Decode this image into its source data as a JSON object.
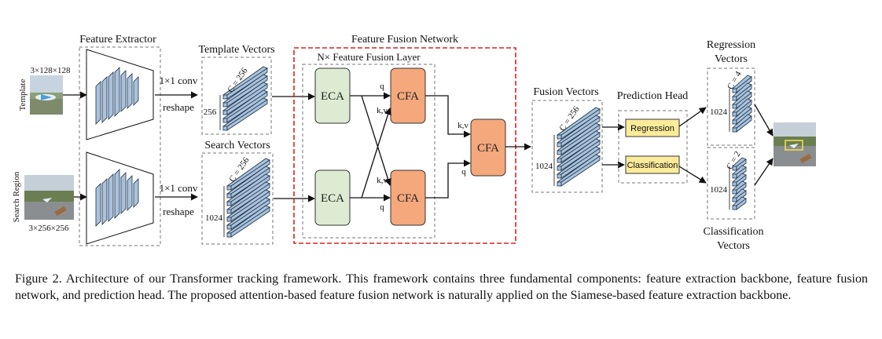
{
  "diagram": {
    "feature_extractor": {
      "title": "Feature Extractor"
    },
    "template": {
      "label": "Template",
      "size": "3×128×128"
    },
    "search": {
      "label": "Search Region",
      "size": "3×256×256"
    },
    "conv_top": {
      "op": "1×1 conv",
      "reshape": "reshape"
    },
    "conv_bottom": {
      "op": "1×1 conv",
      "reshape": "reshape"
    },
    "template_vectors": {
      "title": "Template Vectors",
      "channels": "C = 256",
      "length": "256"
    },
    "search_vectors": {
      "title": "Search Vectors",
      "channels": "C = 256",
      "length": "1024"
    },
    "fusion_network": {
      "title": "Feature Fusion Network",
      "layer_title": "N× Feature Fusion Layer"
    },
    "eca_top": "ECA",
    "eca_bottom": "ECA",
    "cfa_top": "CFA",
    "cfa_bottom": "CFA",
    "cfa_final": "CFA",
    "edge_labels": {
      "top_q": "q",
      "top_kv": "k,v",
      "bottom_kv": "k,v",
      "bottom_q": "q",
      "final_kv": "k,v",
      "final_q": "q"
    },
    "fusion_vectors": {
      "title": "Fusion Vectors",
      "channels": "C = 256",
      "length": "1024"
    },
    "prediction_head": {
      "title": "Prediction Head",
      "regression": "Regression",
      "classification": "Classification"
    },
    "regression_vectors": {
      "title_line1": "Regression",
      "title_line2": "Vectors",
      "channels": "C = 4",
      "length": "1024"
    },
    "classification_vectors": {
      "title_line1": "Classification",
      "title_line2": "Vectors",
      "channels": "C = 2",
      "length": "1024"
    }
  },
  "colors": {
    "eca_fill": "#dcebd2",
    "cfa_fill": "#f4a87c",
    "vector_fill": "#a9c3dd",
    "head_fill": "#fcec9a",
    "fusion_border": "#e02020"
  },
  "caption": "Figure 2. Architecture of our Transformer tracking framework. This framework contains three fundamental components: feature extraction backbone, feature fusion network, and prediction head. The proposed attention-based feature fusion network is naturally applied on the Siamese-based feature extraction backbone."
}
